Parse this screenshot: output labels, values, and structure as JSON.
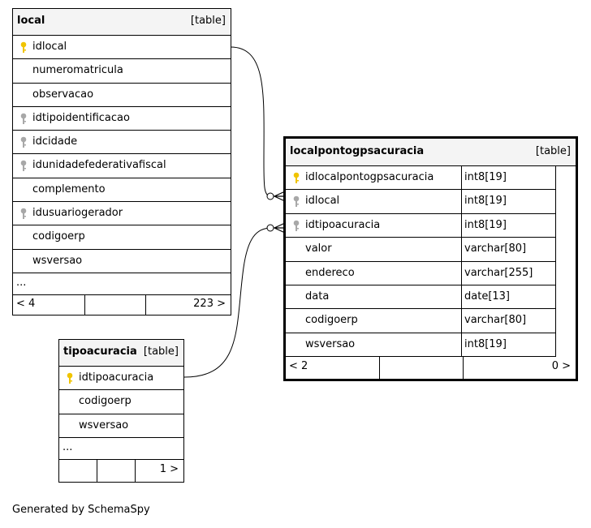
{
  "tables": {
    "local": {
      "name": "local",
      "type_label": "[table]",
      "columns": [
        {
          "name": "idlocal",
          "key": "primary"
        },
        {
          "name": "numeromatricula",
          "key": "none"
        },
        {
          "name": "observacao",
          "key": "none"
        },
        {
          "name": "idtipoidentificacao",
          "key": "foreign"
        },
        {
          "name": "idcidade",
          "key": "foreign"
        },
        {
          "name": "idunidadefederativafiscal",
          "key": "foreign"
        },
        {
          "name": "complemento",
          "key": "none"
        },
        {
          "name": "idusuariogerador",
          "key": "foreign"
        },
        {
          "name": "codigoerp",
          "key": "none"
        },
        {
          "name": "wsversao",
          "key": "none"
        }
      ],
      "more": "...",
      "footer_left": "< 4",
      "footer_right": "223 >"
    },
    "localpontogpsacuracia": {
      "name": "localpontogpsacuracia",
      "type_label": "[table]",
      "columns": [
        {
          "name": "idlocalpontogpsacuracia",
          "type": "int8[19]",
          "key": "primary"
        },
        {
          "name": "idlocal",
          "type": "int8[19]",
          "key": "foreign"
        },
        {
          "name": "idtipoacuracia",
          "type": "int8[19]",
          "key": "foreign"
        },
        {
          "name": "valor",
          "type": "varchar[80]",
          "key": "none"
        },
        {
          "name": "endereco",
          "type": "varchar[255]",
          "key": "none"
        },
        {
          "name": "data",
          "type": "date[13]",
          "key": "none"
        },
        {
          "name": "codigoerp",
          "type": "varchar[80]",
          "key": "none"
        },
        {
          "name": "wsversao",
          "type": "int8[19]",
          "key": "none"
        }
      ],
      "footer_left": "< 2",
      "footer_right": "0 >"
    },
    "tipoacuracia": {
      "name": "tipoacuracia",
      "type_label": "[table]",
      "columns": [
        {
          "name": "idtipoacuracia",
          "key": "primary"
        },
        {
          "name": "codigoerp",
          "key": "none"
        },
        {
          "name": "wsversao",
          "key": "none"
        }
      ],
      "more": "...",
      "footer_left": "",
      "footer_right": "1 >"
    }
  },
  "colors": {
    "primary_key": "#f0c400",
    "foreign_key": "#a8a8a8",
    "header_bg": "#f4f4f4",
    "line": "#000000"
  },
  "generated_by": "Generated by SchemaSpy"
}
